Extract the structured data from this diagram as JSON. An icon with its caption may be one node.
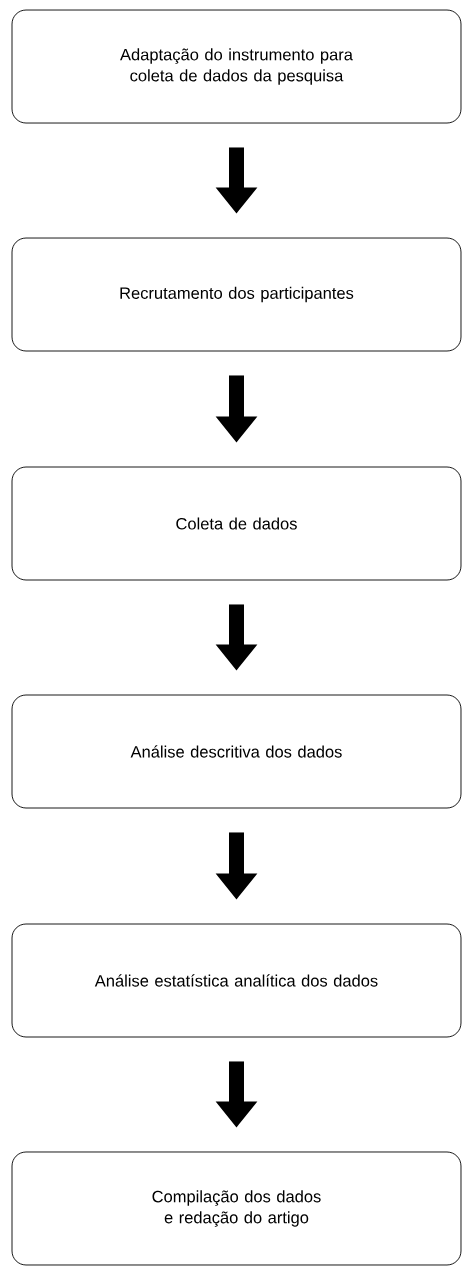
{
  "diagram": {
    "nodes": [
      {
        "text": [
          "Adaptação do instrumento para coleta de dados da pesquisa"
        ]
      },
      {
        "text": [
          "Recrutamento dos participantes"
        ]
      },
      {
        "text": [
          "Coleta de dados"
        ]
      },
      {
        "text": [
          "Análise descritiva dos dados"
        ]
      },
      {
        "text": [
          "Análise estatística analítica dos dados"
        ]
      },
      {
        "text": [
          "Compilação dos dados e redação do artigo"
        ]
      }
    ],
    "edges": [
      {
        "from": 0,
        "to": 1,
        "arrow": "to"
      },
      {
        "from": 1,
        "to": 2,
        "arrow": "to"
      },
      {
        "from": 2,
        "to": 3,
        "arrow": "to"
      },
      {
        "from": 3,
        "to": 4,
        "arrow": "to"
      },
      {
        "from": 4,
        "to": 5,
        "arrow": "to"
      }
    ]
  }
}
